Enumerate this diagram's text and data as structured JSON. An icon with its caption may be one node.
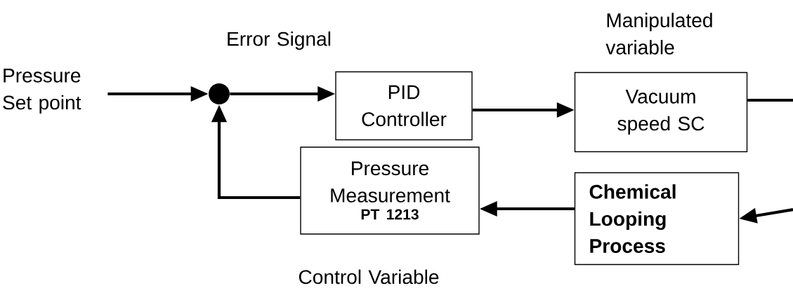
{
  "diagram": {
    "nodes": [
      {
        "text": [
          "Pressure Set point"
        ]
      },
      {
        "text": [],
        "shape": "circle"
      },
      {
        "text": [
          "PID Controller"
        ]
      },
      {
        "text": [
          "Vacuum speed SC"
        ]
      },
      {
        "text": [
          "Pressure Measurement",
          "PT 1213"
        ]
      },
      {
        "text": [
          "Chemical Looping Process"
        ]
      }
    ],
    "edges": [
      {
        "from": 0,
        "to": 1,
        "arrow": "to"
      },
      {
        "from": 1,
        "to": 2,
        "arrow": "to"
      },
      {
        "from": 2,
        "to": 3,
        "arrow": "to"
      },
      {
        "from": 3,
        "to": null,
        "arrow": "none"
      },
      {
        "from": null,
        "to": 5,
        "arrow": "to"
      },
      {
        "from": 5,
        "to": 4,
        "arrow": "to"
      },
      {
        "from": 4,
        "to": 1,
        "arrow": "to"
      }
    ],
    "labels": [
      "Error Signal",
      "Manipulated variable",
      "Control Variable"
    ]
  }
}
